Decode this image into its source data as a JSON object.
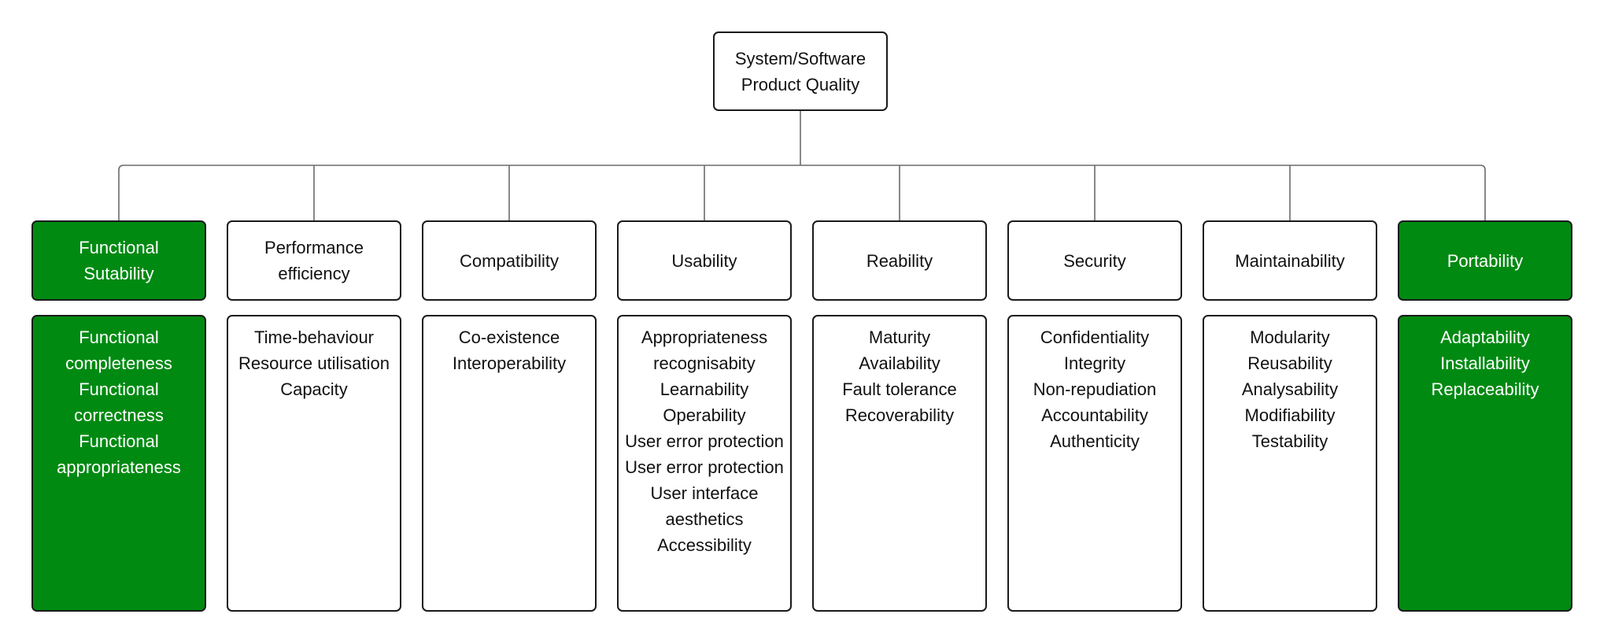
{
  "diagram": {
    "root": {
      "label": "System/Software\nProduct Quality"
    },
    "colors": {
      "highlight_fill": "#008a12",
      "highlight_text": "#ffffff",
      "border": "#1a1a1a",
      "connector": "#6b6b6b"
    },
    "categories": [
      {
        "label": "Functional\nSutability",
        "highlighted": true,
        "items": [
          "Functional completeness",
          "Functional correctness",
          "Functional appropriateness"
        ]
      },
      {
        "label": "Performance\nefficiency",
        "highlighted": false,
        "items": [
          "Time-behaviour",
          "Resource utilisation",
          "Capacity"
        ]
      },
      {
        "label": "Compatibility",
        "highlighted": false,
        "items": [
          "Co-existence",
          "Interoperability"
        ]
      },
      {
        "label": "Usability",
        "highlighted": false,
        "items": [
          "Appropriateness recognisabity",
          "Learnability",
          "Operability",
          "User error protection",
          "User error protection",
          "User interface aesthetics",
          "Accessibility"
        ]
      },
      {
        "label": "Reability",
        "highlighted": false,
        "items": [
          "Maturity",
          "Availability",
          "Fault tolerance",
          "Recoverability"
        ]
      },
      {
        "label": "Security",
        "highlighted": false,
        "items": [
          "Confidentiality",
          "Integrity",
          "Non-repudiation",
          "Accountability",
          "Authenticity"
        ]
      },
      {
        "label": "Maintainability",
        "highlighted": false,
        "items": [
          "Modularity",
          "Reusability",
          "Analysability",
          "Modifiability",
          "Testability"
        ]
      },
      {
        "label": "Portability",
        "highlighted": true,
        "items": [
          "Adaptability",
          "Installability",
          "Replaceability"
        ]
      }
    ]
  }
}
